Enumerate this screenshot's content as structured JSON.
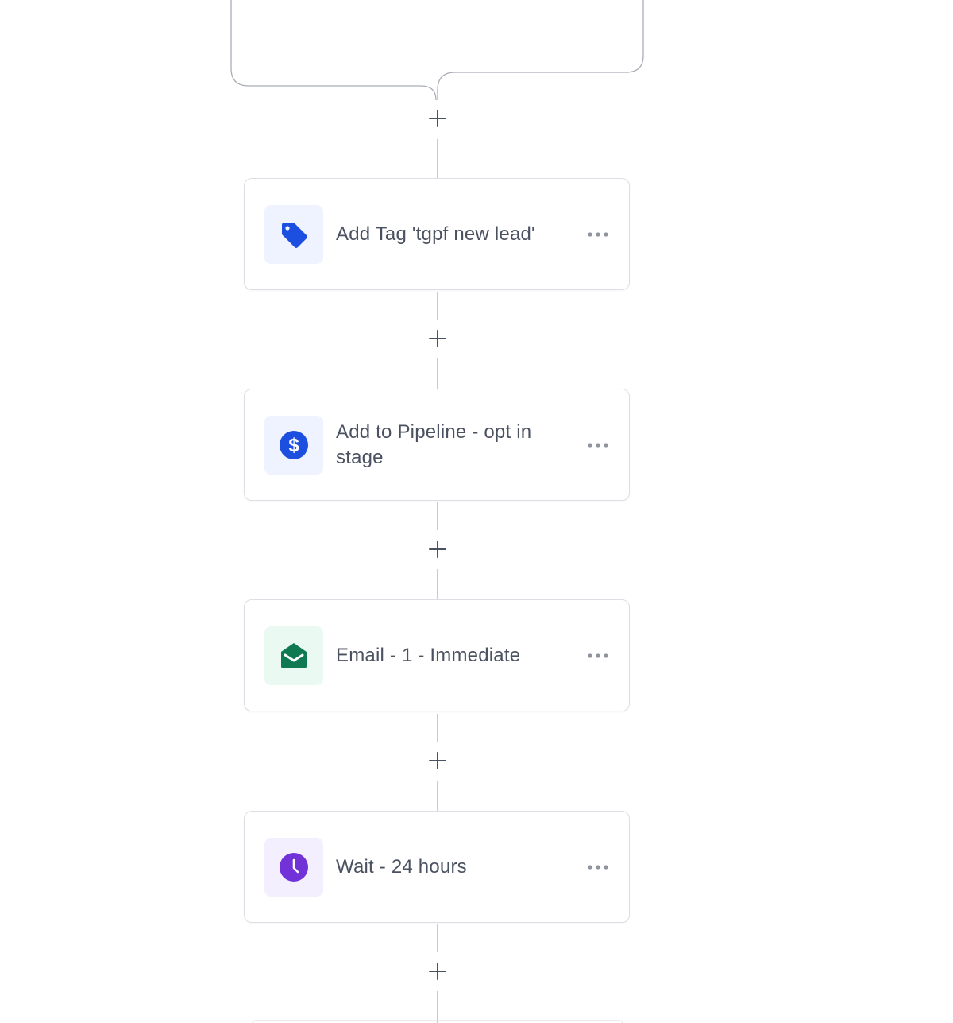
{
  "workflow": {
    "steps": [
      {
        "label": "Add Tag 'tgpf new lead'",
        "icon": "tag-icon",
        "icon_color": "#1c4fe0",
        "tile_color": "#eef3ff"
      },
      {
        "label": "Add to Pipeline - opt in stage",
        "icon": "dollar-icon",
        "icon_color": "#1c4fe0",
        "tile_color": "#eef3ff"
      },
      {
        "label": "Email - 1 - Immediate",
        "icon": "envelope-open-icon",
        "icon_color": "#0f7a52",
        "tile_color": "#eafaf2"
      },
      {
        "label": "Wait - 24 hours",
        "icon": "clock-icon",
        "icon_color": "#7132d8",
        "tile_color": "#f4efff"
      }
    ]
  },
  "colors": {
    "connector": "#a9aeb6",
    "plus": "#4a5160",
    "label": "#4a5160",
    "border": "#dcdfe4",
    "more_dots": "#8e939c"
  }
}
